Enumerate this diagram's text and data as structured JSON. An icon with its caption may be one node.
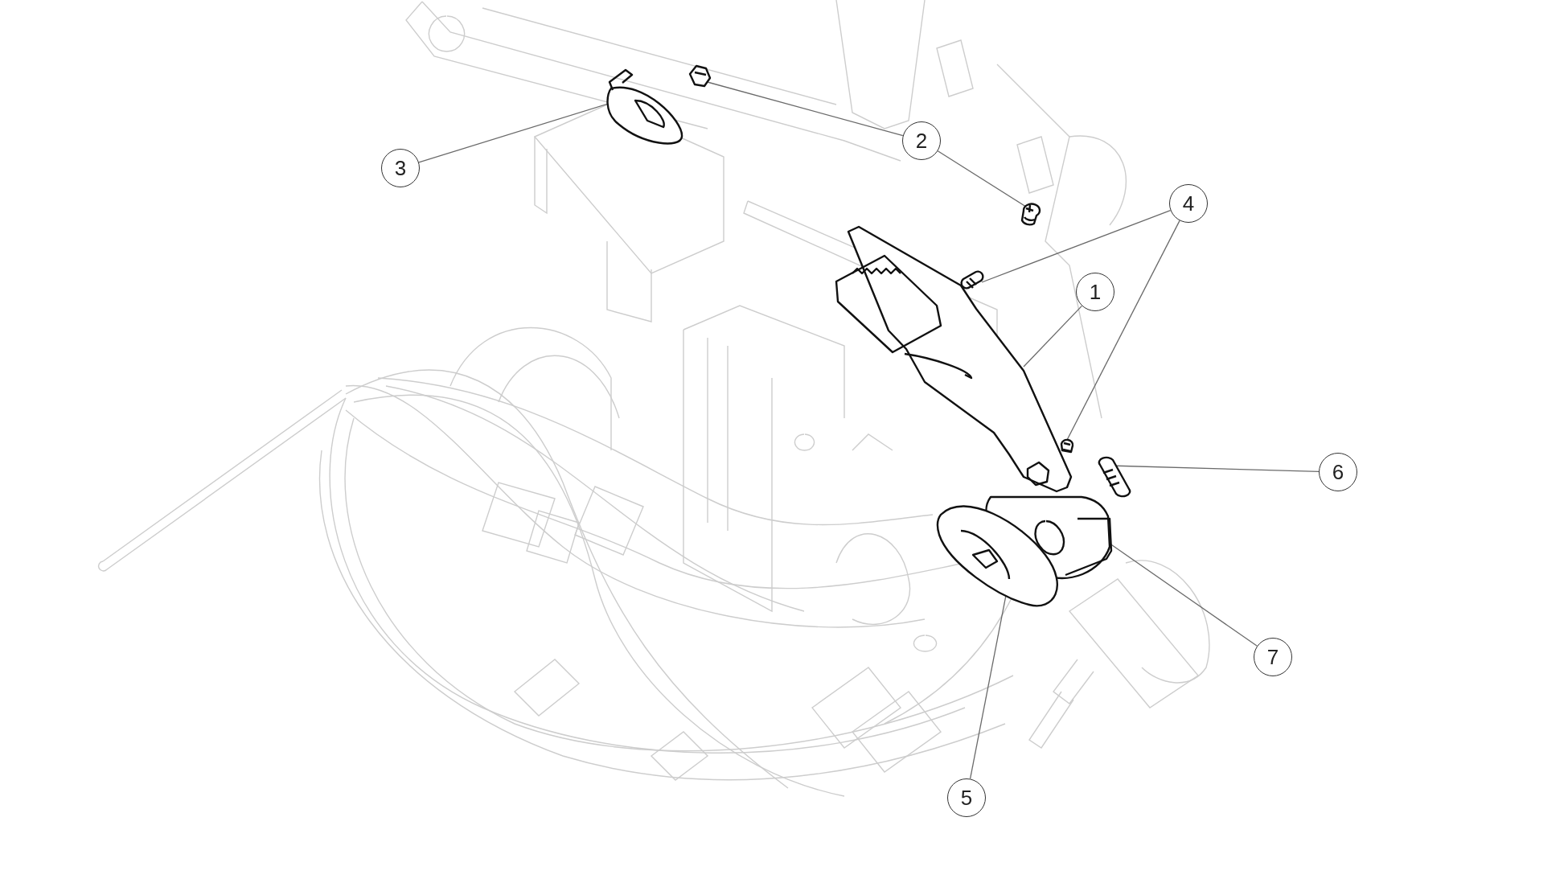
{
  "diagram": {
    "nodes": [
      {
        "text": [
          "2"
        ]
      },
      {
        "text": [
          "3"
        ]
      },
      {
        "text": [
          "4"
        ]
      },
      {
        "text": [
          "1"
        ]
      },
      {
        "text": [
          "6"
        ]
      },
      {
        "text": [
          "7"
        ]
      },
      {
        "text": [
          "5"
        ]
      },
      {
        "text": [],
        "shape": "picture"
      },
      {
        "text": [],
        "shape": "picture"
      },
      {
        "text": [],
        "shape": "picture"
      },
      {
        "text": [],
        "shape": "picture"
      },
      {
        "text": [],
        "shape": "picture"
      },
      {
        "text": [],
        "shape": "picture"
      },
      {
        "text": [],
        "shape": "picture"
      },
      {
        "text": [],
        "shape": "picture"
      },
      {
        "text": [],
        "shape": "picture"
      }
    ],
    "edges": [
      {
        "from": 0,
        "to": 7,
        "arrow": "none"
      },
      {
        "from": 0,
        "to": 9,
        "arrow": "none"
      },
      {
        "from": 1,
        "to": 8,
        "arrow": "none"
      },
      {
        "from": 2,
        "to": 10,
        "arrow": "none"
      },
      {
        "from": 2,
        "to": 12,
        "arrow": "none"
      },
      {
        "from": 3,
        "to": 11,
        "arrow": "none"
      },
      {
        "from": 4,
        "to": 13,
        "arrow": "none"
      },
      {
        "from": 5,
        "to": 14,
        "arrow": "none"
      },
      {
        "from": 6,
        "to": 15,
        "arrow": "none"
      }
    ]
  }
}
